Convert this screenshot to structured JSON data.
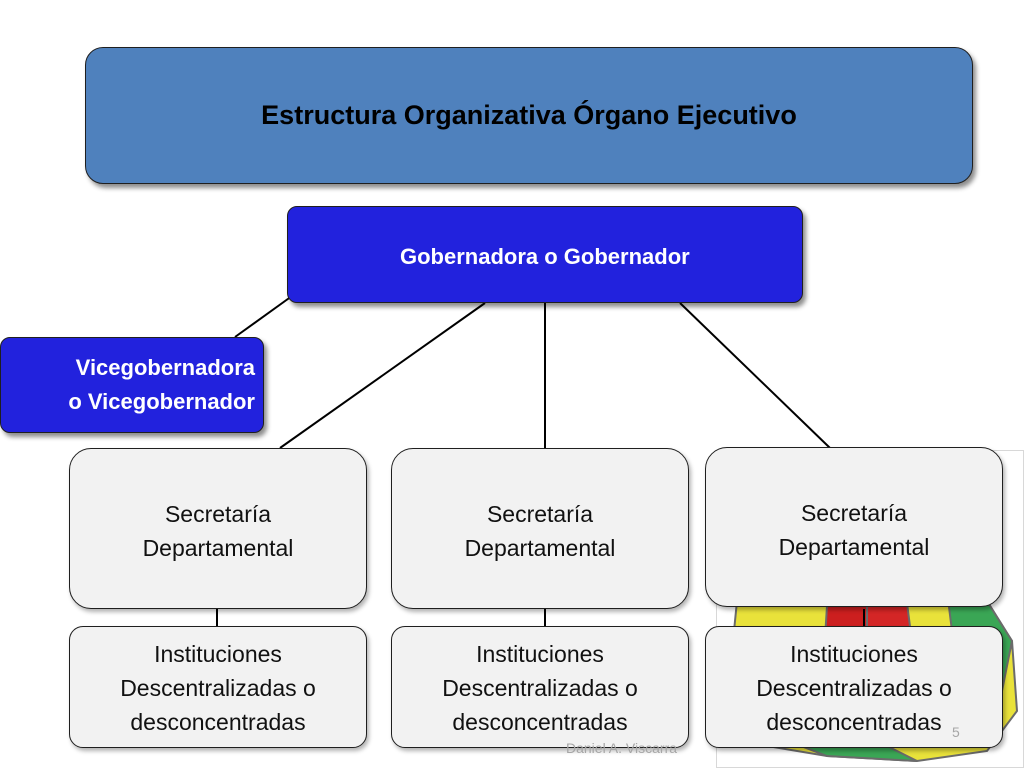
{
  "title": "Estructura Organizativa Órgano Ejecutivo",
  "governor": "Gobernadora o Gobernador",
  "vice_governor": {
    "line1": "Vicegobernadora",
    "line2": "o Vicegobernador"
  },
  "secretarias": [
    {
      "line1": "Secretaría",
      "line2": "Departamental"
    },
    {
      "line1": "Secretaría",
      "line2": "Departamental"
    },
    {
      "line1": "Secretaría",
      "line2": "Departamental"
    }
  ],
  "instituciones": [
    {
      "line1": "Instituciones",
      "line2": "Descentralizadas o",
      "line3": "desconcentradas"
    },
    {
      "line1": "Instituciones",
      "line2": "Descentralizadas o",
      "line3": "desconcentradas"
    },
    {
      "line1": "Instituciones",
      "line2": "Descentralizadas o",
      "line3": "desconcentradas"
    }
  ],
  "footer": {
    "author": "Daniel A. Viscarra",
    "page_number": "5"
  },
  "colors": {
    "title_fill": "#4f81bd",
    "executive_fill": "#2222dd",
    "unit_fill": "#f2f2f2"
  }
}
